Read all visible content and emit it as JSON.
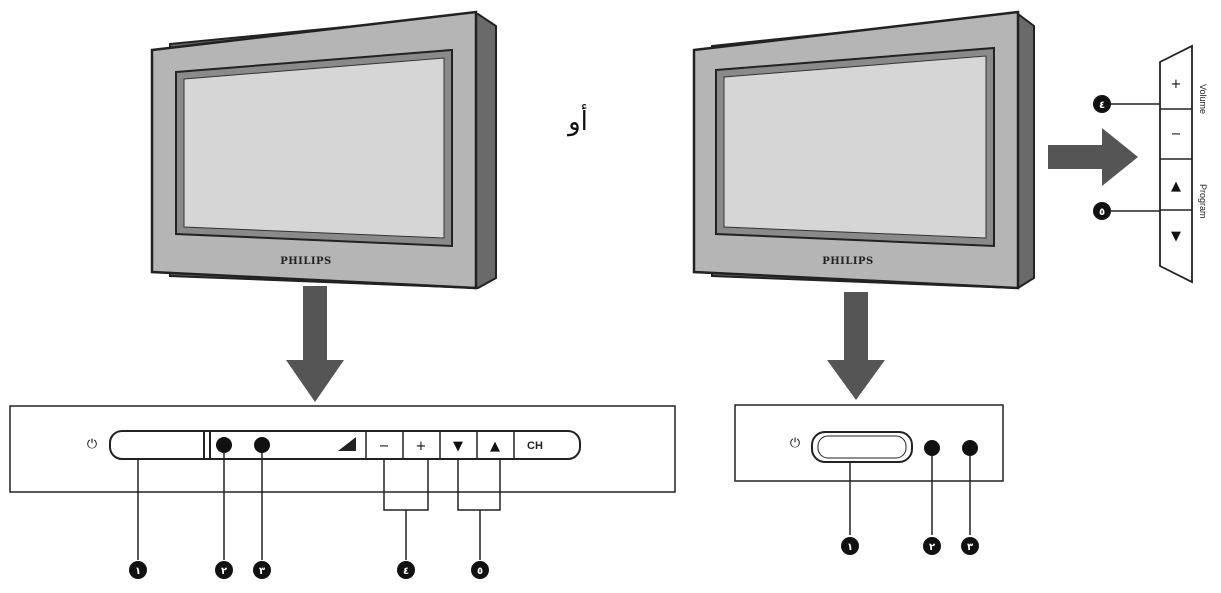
{
  "tv_left": {
    "brand": "PHILIPS"
  },
  "tv_right": {
    "brand": "PHILIPS"
  },
  "or_label": "أو",
  "left_panel": {
    "power_symbol": "⏻",
    "minus_symbol": "−",
    "plus_symbol": "+",
    "down_symbol": "▼",
    "up_symbol": "▲",
    "ch_label": "CH"
  },
  "right_panel": {
    "power_symbol": "⏻"
  },
  "side_panel": {
    "plus_symbol": "+",
    "minus_symbol": "−",
    "up_symbol": "▲",
    "down_symbol": "▼",
    "volume_label": "Volume",
    "program_label": "Program"
  },
  "callouts": {
    "one": "١",
    "two": "٢",
    "three": "٣",
    "four": "٤",
    "five": "٥"
  },
  "colors": {
    "bezel": "#b5b5b5",
    "screen": "#d6d6d6",
    "arrow": "#555555",
    "line": "#222222",
    "callout": "#111111"
  }
}
